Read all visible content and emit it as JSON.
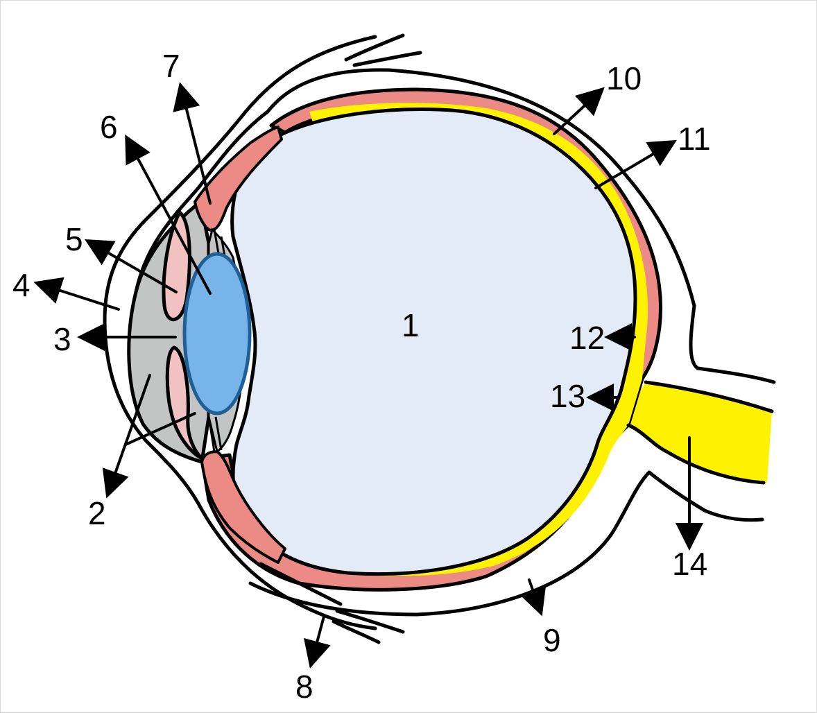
{
  "labels": {
    "l1": "1",
    "l2": "2",
    "l3": "3",
    "l4": "4",
    "l5": "5",
    "l6": "6",
    "l7": "7",
    "l8": "8",
    "l9": "9",
    "l10": "10",
    "l11": "11",
    "l12": "12",
    "l13": "13",
    "l14": "14"
  },
  "colors": {
    "vitreous": "#e3ebf7",
    "lens": "#76b4ea",
    "lens_stroke": "#1f5f96",
    "choroid": "#ec8a86",
    "retina": "#fff200",
    "anterior_chamber": "#c3c5c5",
    "iris": "#f2c2c2",
    "outline": "#000000"
  }
}
